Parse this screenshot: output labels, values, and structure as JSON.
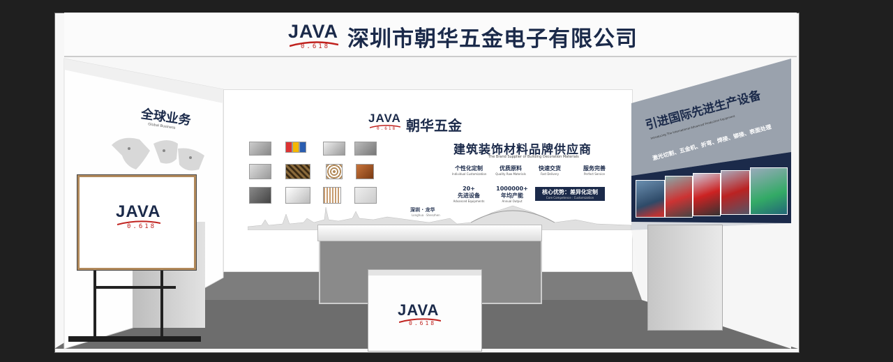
{
  "header": {
    "logo_text": "JAVA",
    "logo_sub": "0.618",
    "company_name": "深圳市朝华五金电子有限公司"
  },
  "left_wall": {
    "title": "全球业务",
    "subtitle": "Global Business"
  },
  "center_wall": {
    "logo_text": "JAVA",
    "logo_sub": "0.618",
    "brand": "朝华五金",
    "slogan": "建筑装饰材料品牌供应商",
    "slogan_en": "The Brand Supplier of Building Decoration Materials",
    "services": [
      {
        "title": "个性化定制",
        "sub": "Individual Customization"
      },
      {
        "title": "优质原料",
        "sub": "Quality Raw Materials"
      },
      {
        "title": "快速交货",
        "sub": "Fast Delivery"
      },
      {
        "title": "服务完善",
        "sub": "Perfect Service"
      }
    ],
    "stats": [
      {
        "value": "20+",
        "label": "先进设备",
        "sub": "Advanced Equipments"
      },
      {
        "value": "1000000+",
        "label": "年均产能",
        "sub": "Annual Output"
      }
    ],
    "core_advantage": "核心优势：差异化定制",
    "core_advantage_en": "Core Competence : Customization",
    "city_label": "深圳 · 龙华",
    "city_label_en": "Longhua · Shenzhen"
  },
  "right_wall": {
    "title": "引进国际先进生产设备",
    "subtitle": "Introducing The International Advanced Production Equipment",
    "processes": "激光切割、五金机、折弯、焊接、铆接、表面处理"
  },
  "tv": {
    "logo_text": "JAVA",
    "logo_sub": "0.618"
  },
  "front_counter": {
    "logo_text": "JAVA",
    "logo_sub": "0.618"
  }
}
